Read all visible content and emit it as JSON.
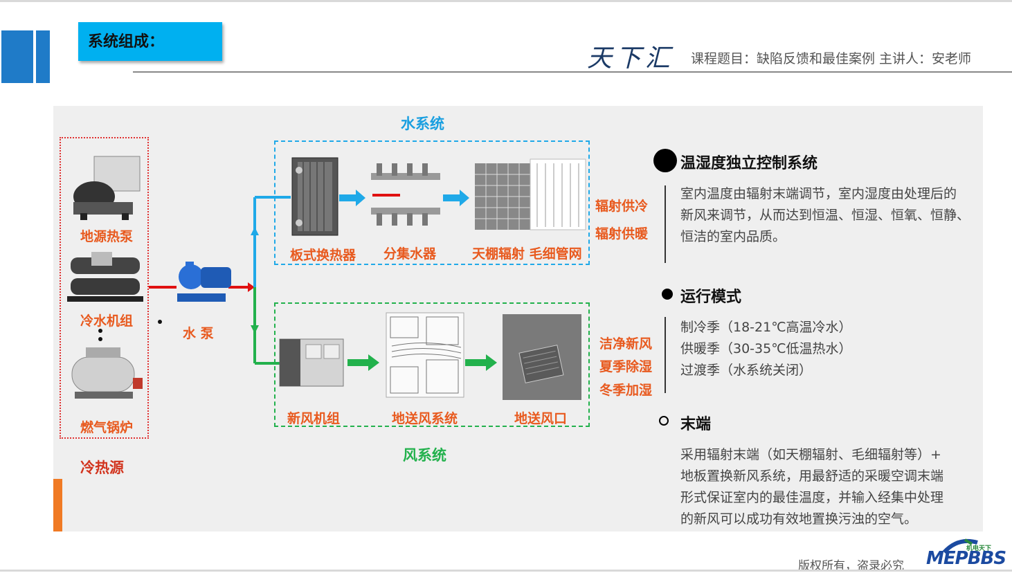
{
  "header": {
    "section_title": "系统组成：",
    "logo_text": "天下汇",
    "course_line": "课程题目：缺陷反馈和最佳案例 主讲人：安老师"
  },
  "diagram": {
    "water_system_title": "水系统",
    "air_system_title": "风系统",
    "source_title": "冷热源",
    "sources": [
      "地源热泵",
      "冷水机组",
      "燃气锅炉"
    ],
    "pump": "水 泵",
    "water_components": [
      "板式换热器",
      "分集水器",
      "天棚辐射 毛细管网"
    ],
    "water_functions": [
      "辐射供冷",
      "辐射供暖"
    ],
    "air_components": [
      "新风机组",
      "地送风系统",
      "地送风口"
    ],
    "air_functions": [
      "洁净新风",
      "夏季除湿",
      "冬季加湿"
    ],
    "colors": {
      "water": "#1fa9e8",
      "air": "#22b14c",
      "source": "#e03030"
    }
  },
  "right_panel": {
    "section1": {
      "title": "温湿度独立控制系统",
      "lines": [
        "室内温度由辐射末端调节，室内湿度由处理后的",
        "新风来调节，从而达到恒温、恒湿、恒氧、恒静、",
        "恒洁的室内品质。"
      ]
    },
    "section2": {
      "title": "运行模式",
      "lines": [
        "制冷季（18-21℃高温冷水）",
        "供暖季（30-35℃低温热水）",
        "过渡季（水系统关闭）"
      ]
    },
    "section3": {
      "title": "末端",
      "lines": [
        "采用辐射末端（如天棚辐射、毛细辐射等）+",
        "地板置换新风系统，用最舒适的采暖空调末端",
        "形式保证室内的最佳温度，并输入经集中处理",
        "的新风可以成功有效地置换污浊的空气。"
      ]
    }
  },
  "footer": {
    "copyright": "版权所有，盗录必究",
    "brand": "MEPBBS",
    "brand_small": "机电天下"
  }
}
